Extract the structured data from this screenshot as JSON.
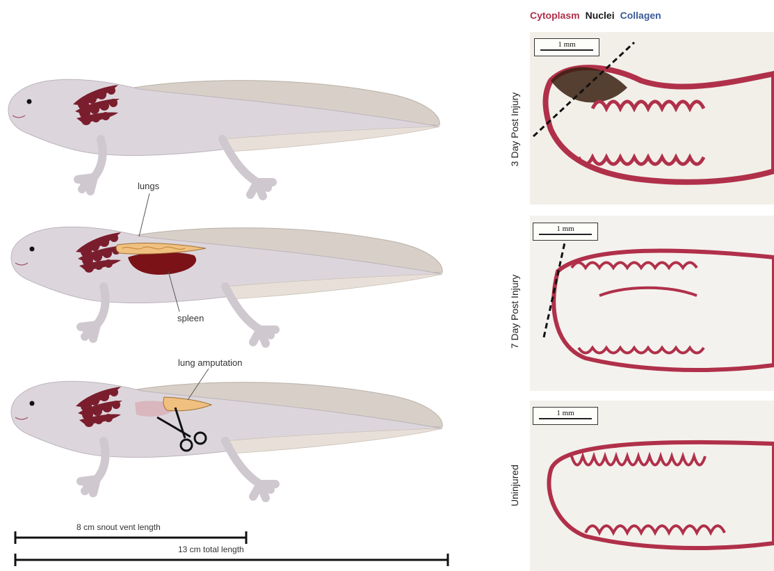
{
  "labels": {
    "lungs": "lungs",
    "spleen": "spleen",
    "lung_amputation": "lung amputation",
    "snout_vent": "8 cm snout vent length",
    "total_length": "13 cm total length"
  },
  "legend": {
    "cytoplasm": "Cytoplasm",
    "nuclei": "Nuclei",
    "collagen": "Collagen"
  },
  "colors": {
    "cytoplasm": "#b0304a",
    "nuclei": "#1a1a1a",
    "collagen": "#3a5a9a",
    "body": "#dcd6dc",
    "fin": "#d8d0c8",
    "gills": "#7a1e2e",
    "lung": "#f0c080",
    "spleen": "#7a1218"
  },
  "panels": [
    {
      "label": "3 Day Post Injury",
      "scale": "1 mm"
    },
    {
      "label": "7 Day Post Injury",
      "scale": "1 mm"
    },
    {
      "label": "Uninjured",
      "scale": "1 mm"
    }
  ]
}
